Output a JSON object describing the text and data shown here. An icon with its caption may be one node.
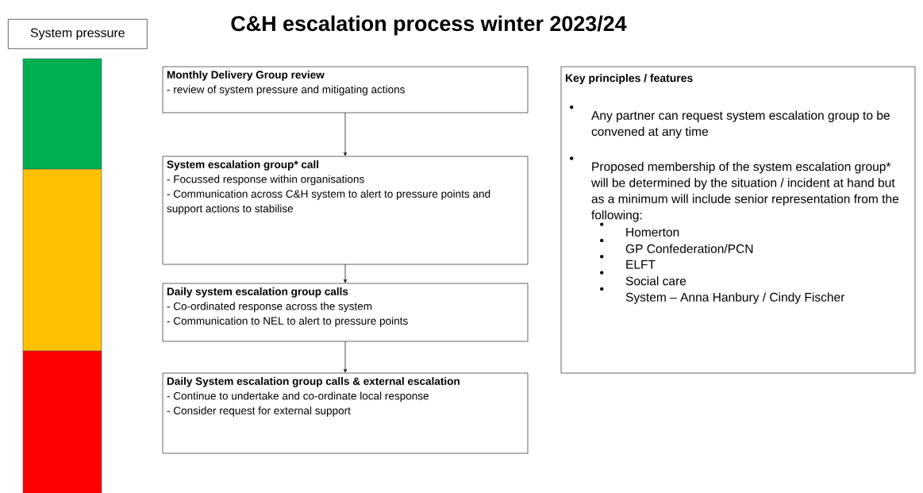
{
  "diagram": {
    "title": "C&H escalation process winter 2023/24",
    "nodes": [
      {
        "text": [
          "System pressure"
        ]
      },
      {
        "text": [
          "Monthly Delivery Group review",
          "- review of system pressure and mitigating actions"
        ]
      },
      {
        "text": [
          "System escalation group* call",
          "- Focussed response within organisations",
          "- Communication across C&H system to alert to pressure points and support actions to stabilise"
        ]
      },
      {
        "text": [
          "Daily system escalation group calls",
          "- Co-ordinated response across the system",
          "- Communication to NEL to alert to pressure points"
        ]
      },
      {
        "text": [
          "Daily System escalation group calls & external escalation",
          "- Continue to undertake and co-ordinate local response",
          "- Consider request for external support"
        ]
      },
      {
        "text": [
          "Key principles / features",
          "Any partner can request system escalation group to be convened at any time",
          "Proposed membership of the system escalation group* will be determined by the situation / incident at hand but as a minimum will include senior representation from the following:",
          "Homerton",
          "GP Confederation/PCN",
          "ELFT",
          "Social care",
          "System – Anna Hanbury / Cindy Fischer"
        ]
      }
    ],
    "edges": [
      {
        "from": 1,
        "to": 2,
        "arrow": "to"
      },
      {
        "from": 2,
        "to": 3,
        "arrow": "to"
      },
      {
        "from": 3,
        "to": 4,
        "arrow": "to"
      }
    ]
  }
}
